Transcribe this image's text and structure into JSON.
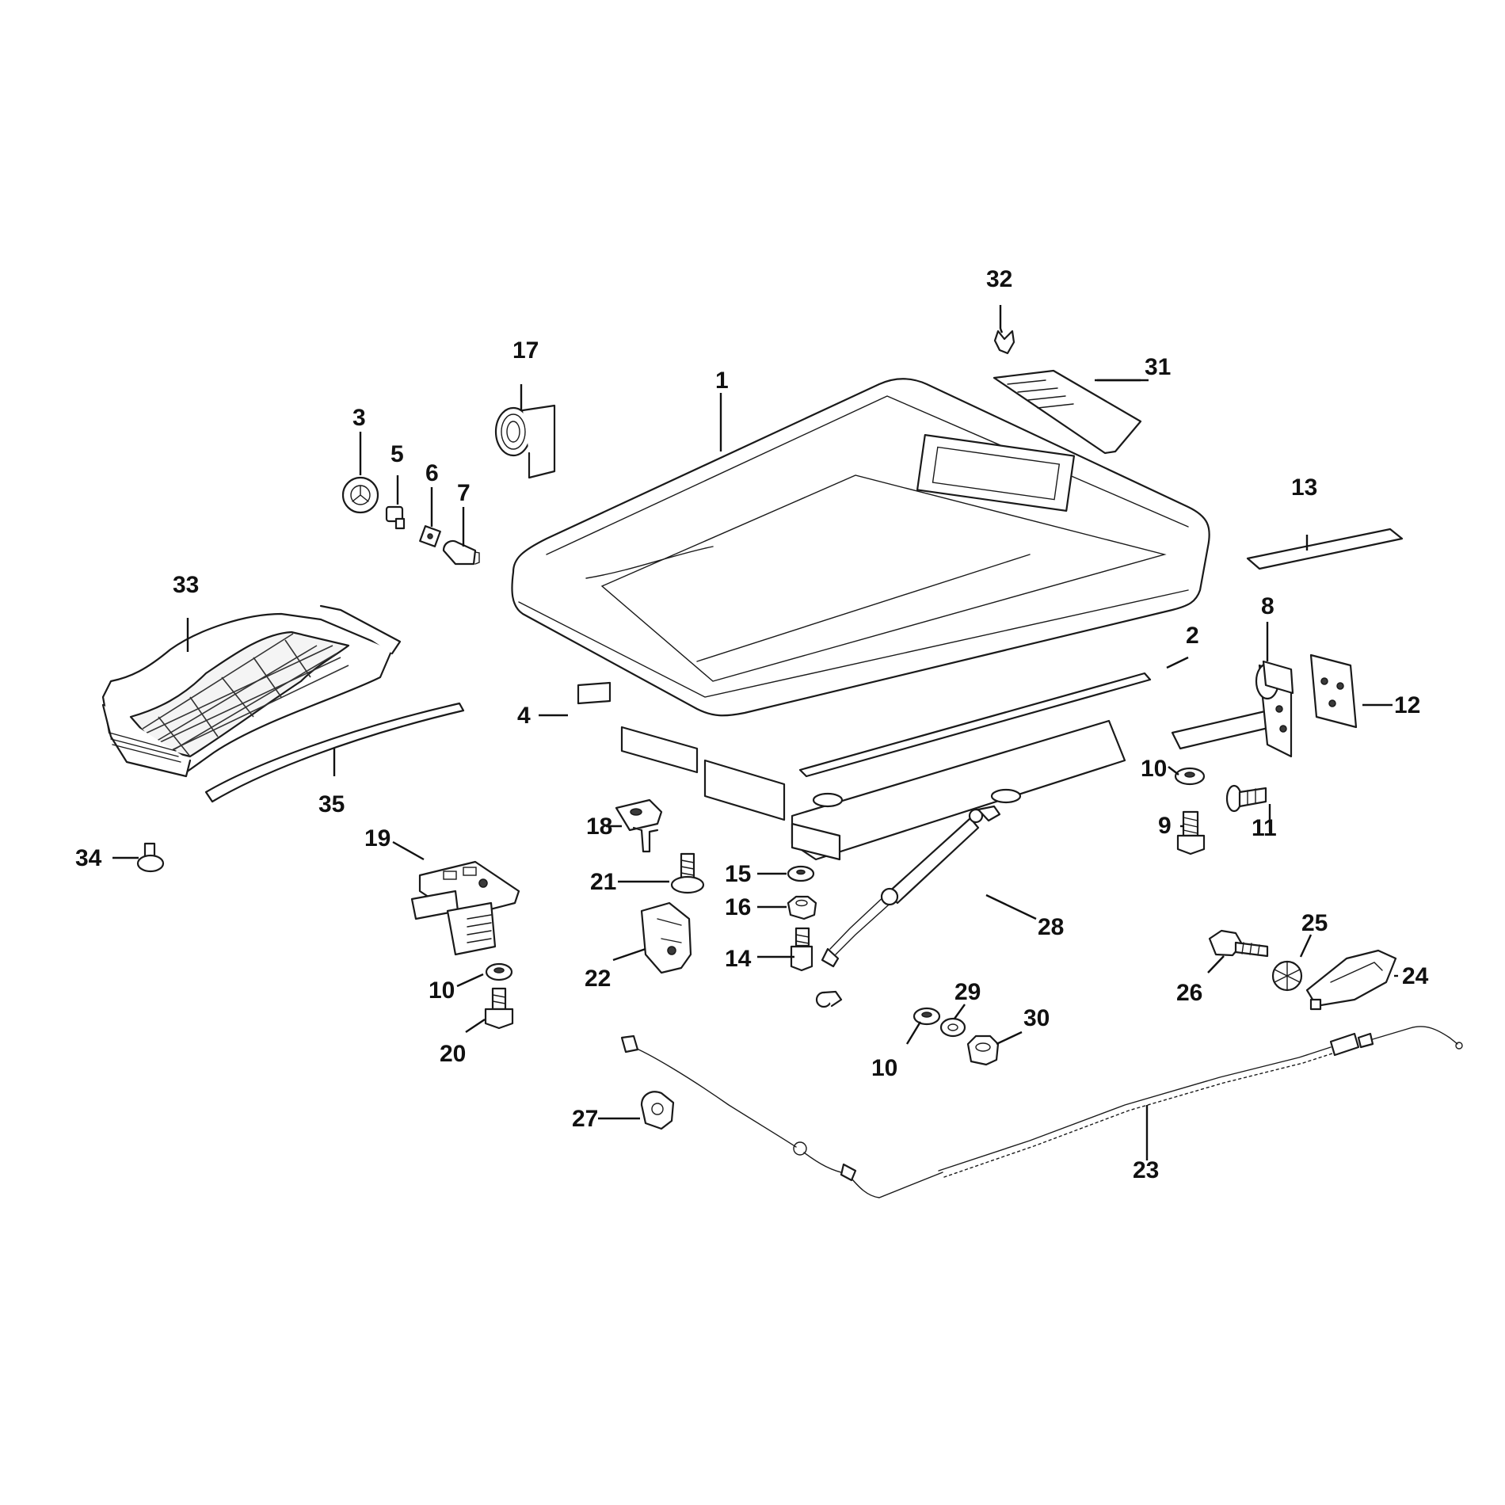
{
  "diagram": {
    "type": "exploded-parts-diagram",
    "line_color": "#1a1a1a",
    "background": "#ffffff",
    "callouts": {
      "c1": "1",
      "c2": "2",
      "c3": "3",
      "c4": "4",
      "c5": "5",
      "c6": "6",
      "c7": "7",
      "c8": "8",
      "c9": "9",
      "c10a": "10",
      "c10b": "10",
      "c10c": "10",
      "c11": "11",
      "c12": "12",
      "c13": "13",
      "c14": "14",
      "c15": "15",
      "c16": "16",
      "c17": "17",
      "c18": "18",
      "c19": "19",
      "c20": "20",
      "c21": "21",
      "c22": "22",
      "c23": "23",
      "c24": "24",
      "c25": "25",
      "c26": "26",
      "c27": "27",
      "c28": "28",
      "c29": "29",
      "c30": "30",
      "c31": "31",
      "c32": "32",
      "c33": "33",
      "c34": "34",
      "c35": "35"
    }
  }
}
